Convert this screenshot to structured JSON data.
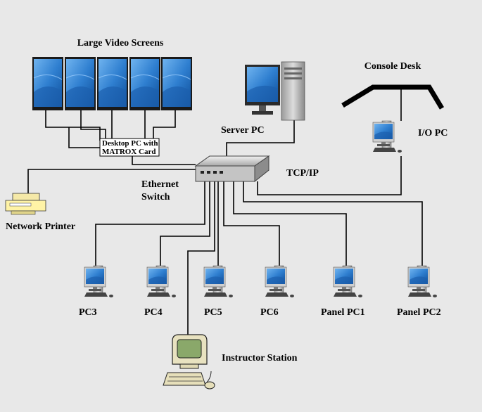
{
  "labels": {
    "large_video_screens": "Large Video Screens",
    "desktop_pc_line1": "Desktop PC with",
    "desktop_pc_line2": "MATROX Card",
    "server_pc": "Server PC",
    "console_desk": "Console Desk",
    "io_pc": "I/O PC",
    "tcp_ip": "TCP/IP",
    "ethernet": "Ethernet",
    "switch": "Switch",
    "network_printer": "Network Printer",
    "pc3": "PC3",
    "pc4": "PC4",
    "pc5": "PC5",
    "pc6": "PC6",
    "panel_pc1": "Panel PC1",
    "panel_pc2": "Panel PC2",
    "instructor_station": "Instructor Station"
  },
  "colors": {
    "background": "#e8e8e8",
    "screen_blue": "#2f7fd0",
    "line": "#000000"
  }
}
